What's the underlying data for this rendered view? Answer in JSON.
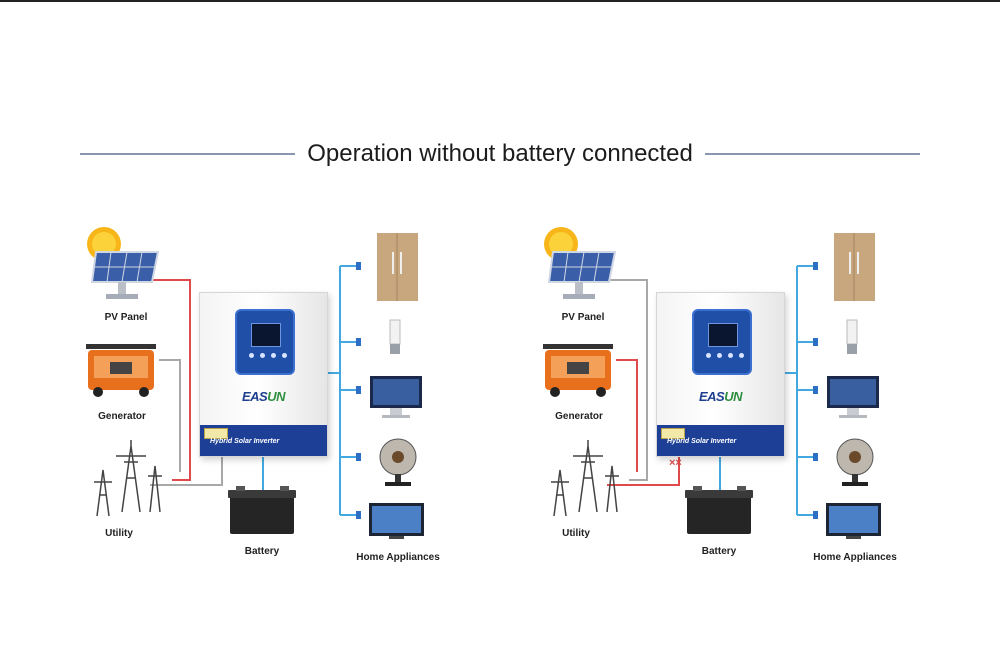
{
  "title": "Operation without battery connected",
  "diagrams": [
    {
      "labels": {
        "pv_panel": "PV Panel",
        "generator": "Generator",
        "utility": "Utility",
        "battery": "Battery",
        "home_appliances": "Home Appliances"
      },
      "inverter": {
        "brand_prefix": "EAS",
        "brand_highlight": "UN",
        "model": "Hybrid Solar Inverter"
      }
    },
    {
      "labels": {
        "pv_panel": "PV Panel",
        "generator": "Generator",
        "utility": "Utility",
        "battery": "Battery",
        "home_appliances": "Home Appliances"
      },
      "inverter": {
        "brand_prefix": "EAS",
        "brand_highlight": "UN",
        "model": "Hybrid Solar Inverter"
      },
      "disconnect_mark": "××"
    }
  ],
  "colors": {
    "active_line": "#e04a4a",
    "inactive_line": "#a8a8a8",
    "output_line": "#44a8e0",
    "inverter_band": "#1d3f96",
    "title_rule": "#8a96b0"
  }
}
